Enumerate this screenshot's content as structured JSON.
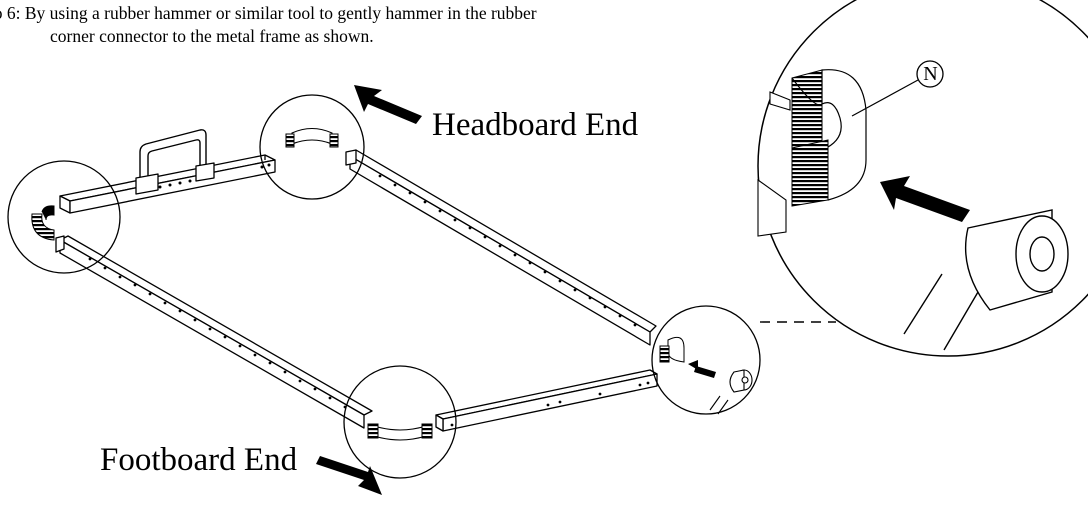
{
  "instructions": {
    "line1": "ep 6: By using a rubber hammer or similar tool to gently hammer in the rubber",
    "line2": "corner connector to the metal frame as shown."
  },
  "labels": {
    "headboard": "Headboard End",
    "footboard": "Footboard End",
    "part_callout": "N"
  },
  "colors": {
    "line": "#000000",
    "background": "#ffffff",
    "rubber": "#1a1a1a"
  }
}
